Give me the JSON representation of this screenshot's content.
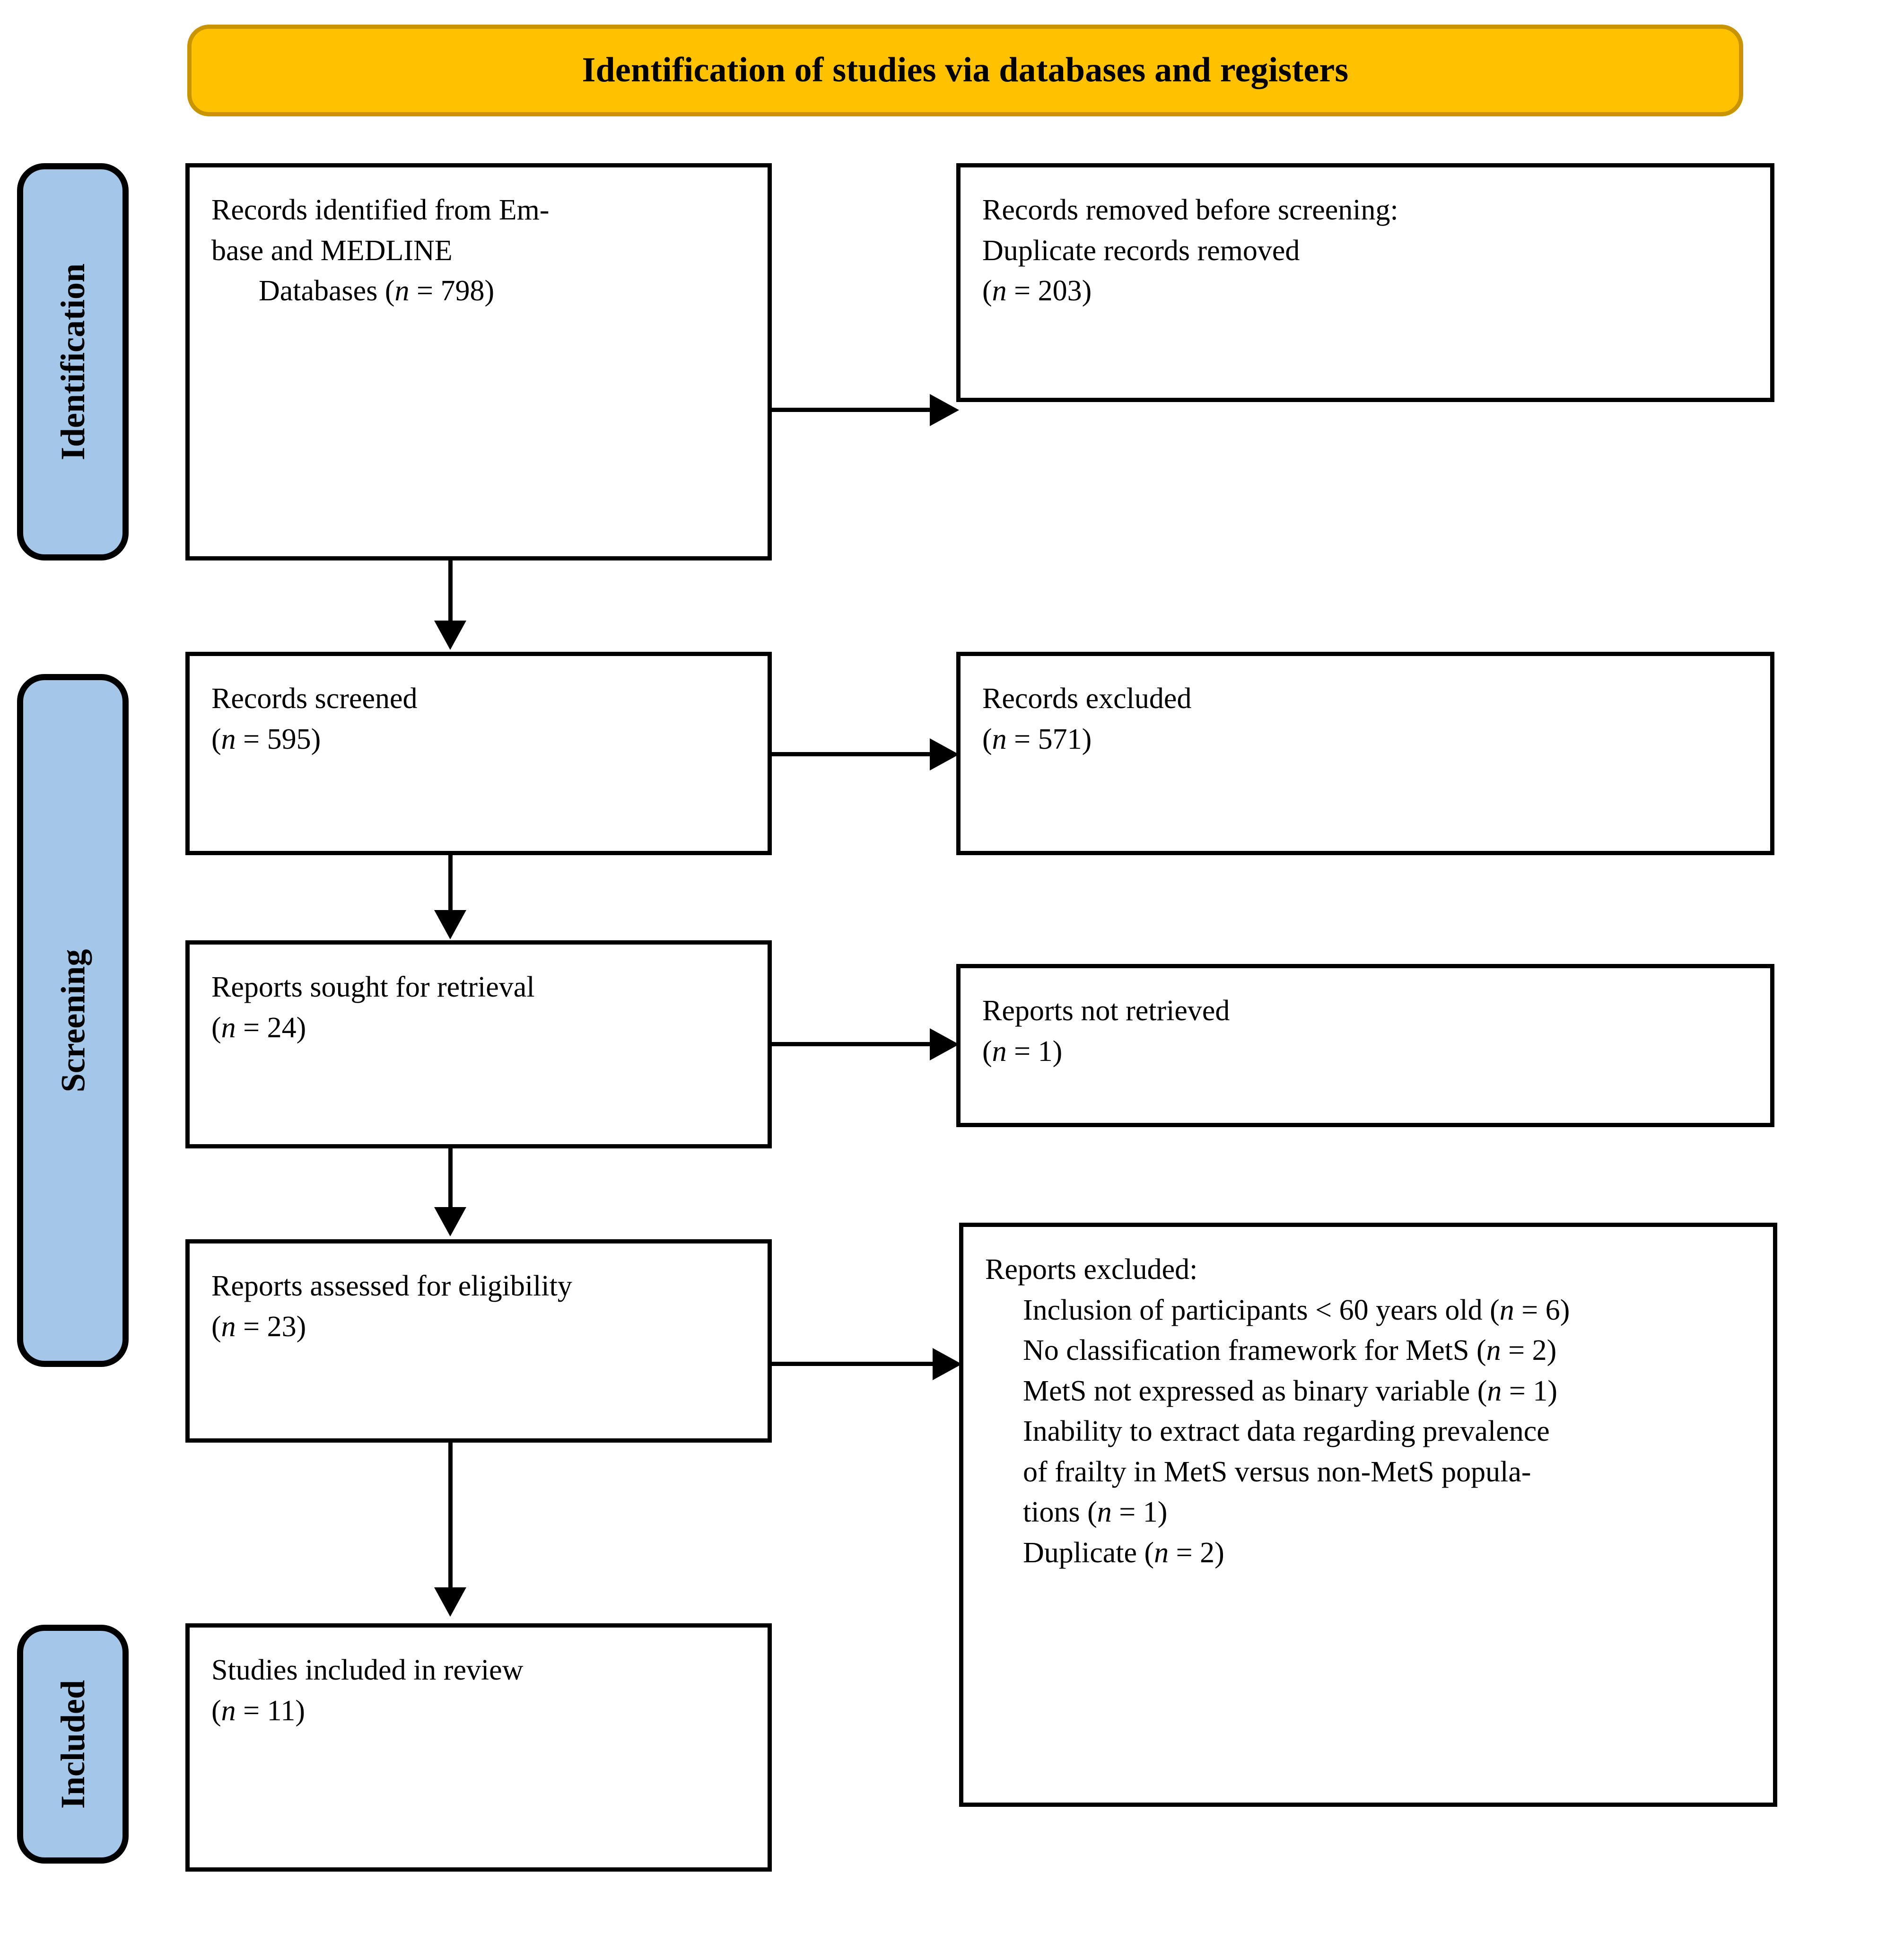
{
  "header": {
    "title": "Identification of studies via databases and registers",
    "fill_color": "#FFC100"
  },
  "rails": {
    "fill_color": "#A4C6E8",
    "items": [
      {
        "id": "identification",
        "label": "Identification"
      },
      {
        "id": "screening",
        "label": "Screening"
      },
      {
        "id": "included",
        "label": "Included"
      }
    ]
  },
  "boxes": {
    "identified": {
      "line1": "Records identified from Em-",
      "line2": "base and MEDLINE",
      "line3_prefix": "Databases (",
      "line3_n": "n",
      "line3_suffix": " = 798)"
    },
    "removed": {
      "line1": "Records removed before screening:",
      "line2": "Duplicate records removed",
      "line3_prefix": "(",
      "line3_n": "n",
      "line3_suffix": " = 203)"
    },
    "screened": {
      "line1": "Records screened",
      "line2_prefix": "(",
      "line2_n": "n",
      "line2_suffix": " = 595)"
    },
    "records_excluded": {
      "line1": "Records excluded",
      "line2_prefix": "(",
      "line2_n": "n",
      "line2_suffix": " = 571)"
    },
    "sought": {
      "line1": "Reports sought for retrieval",
      "line2_prefix": "(",
      "line2_n": "n",
      "line2_suffix": " = 24)"
    },
    "not_retrieved": {
      "line1": "Reports not retrieved",
      "line2_prefix": "(",
      "line2_n": "n",
      "line2_suffix": " = 1)"
    },
    "assessed": {
      "line1": "Reports assessed for eligibility",
      "line2_prefix": "(",
      "line2_n": "n",
      "line2_suffix": " = 23)"
    },
    "reports_excluded": {
      "heading": "Reports excluded:",
      "items": [
        {
          "text_prefix": "Inclusion of participants < 60 years old (",
          "n": "n",
          "text_suffix": " = 6)"
        },
        {
          "text_prefix": "No classification framework for MetS (",
          "n": "n",
          "text_suffix": " = 2)"
        },
        {
          "text_prefix": "MetS not expressed as binary variable (",
          "n": "n",
          "text_suffix": " = 1)"
        },
        {
          "text_prefix": "Inability to extract data regarding prevalence of frailty in MetS versus non-MetS popula-tions (",
          "n": "n",
          "text_suffix": " = 1)"
        },
        {
          "text_prefix": "Duplicate (",
          "n": "n",
          "text_suffix": " = 2)"
        }
      ],
      "long_item_line1": "Inability to extract data regarding prevalence",
      "long_item_line2": "of frailty in MetS versus non-MetS popula-",
      "long_item_line3_prefix": "tions (",
      "long_item_line3_n": "n",
      "long_item_line3_suffix": " = 1)"
    },
    "included": {
      "line1": "Studies included in review",
      "line2_prefix": "(",
      "line2_n": "n",
      "line2_suffix": " = 11)"
    }
  }
}
